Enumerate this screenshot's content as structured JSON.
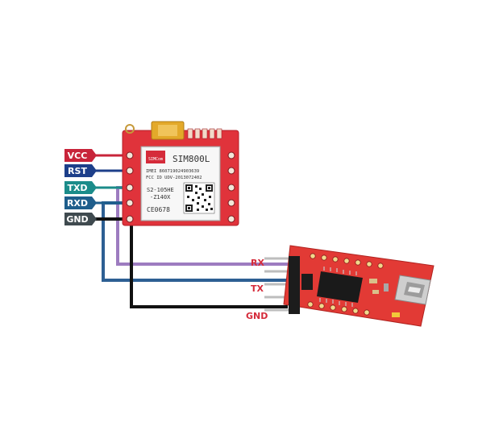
{
  "colors": {
    "vcc": "#c8243a",
    "rst": "#1d3f8a",
    "txd": "#1b8c8a",
    "rxd": "#1f5e8c",
    "gnd": "#3f4a4f",
    "wire_purple": "#9d7cc0",
    "wire_blue": "#2d5f93",
    "wire_black": "#111111",
    "board_red": "#e0333b",
    "signal_text": "#d52b3a"
  },
  "pins": [
    {
      "id": "vcc",
      "label": "VCC"
    },
    {
      "id": "rst",
      "label": "RST"
    },
    {
      "id": "txd",
      "label": "TXD"
    },
    {
      "id": "rxd",
      "label": "RXD"
    },
    {
      "id": "gnd",
      "label": "GND"
    }
  ],
  "sim_module": {
    "logo": "SIMCom",
    "model": "SIM800L",
    "imei": "IMEI 860719024903639",
    "fcc": "FCC ID UDV-2013072402",
    "code1": "S2-105HE",
    "code2": "-Z140X",
    "ce": "CE0678"
  },
  "signals": {
    "rx": "RX",
    "tx": "TX",
    "gnd": "GND"
  }
}
